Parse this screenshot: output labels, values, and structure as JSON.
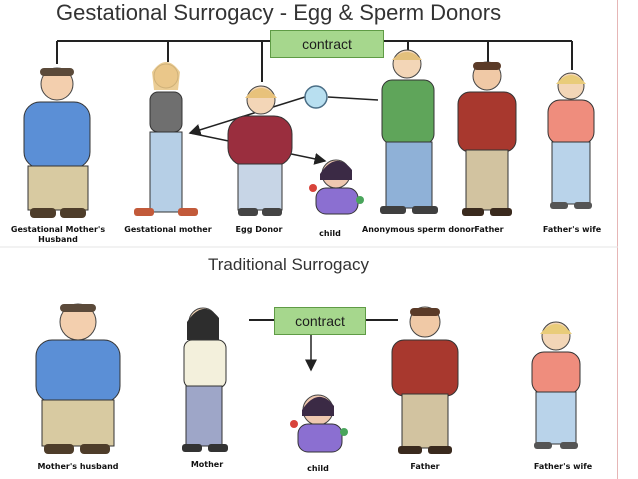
{
  "gestational": {
    "title": "Gestational Surrogacy - Egg & Sperm Donors",
    "contract_label": "contract",
    "labels": {
      "mothers_husband": "Gestational Mother's Husband",
      "gestational_mother": "Gestational mother",
      "egg_donor": "Egg Donor",
      "child": "child",
      "sperm_donor": "Anonymous sperm donor",
      "father": "Father",
      "fathers_wife": "Father's wife"
    }
  },
  "traditional": {
    "title": "Traditional Surrogacy",
    "contract_label": "contract",
    "labels": {
      "mothers_husband": "Mother's husband",
      "mother": "Mother",
      "child": "child",
      "father": "Father",
      "fathers_wife": "Father's wife"
    }
  },
  "colors": {
    "contract_fill": "#a6d78d",
    "connector": "#222222",
    "egg_circle": "#b8dff0",
    "accent_rule": "#e6b6b6"
  }
}
